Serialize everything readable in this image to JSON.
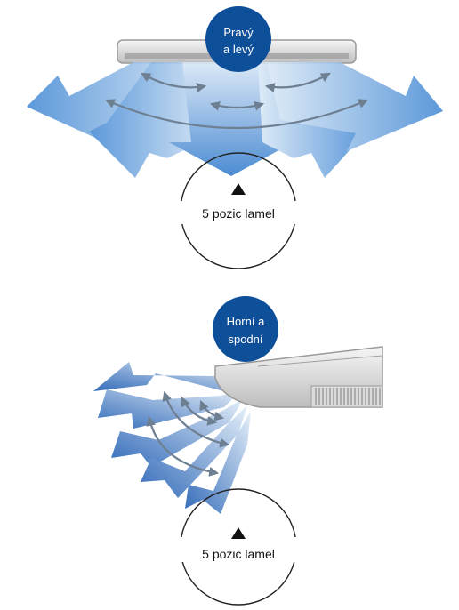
{
  "top_panel": {
    "badge_line1": "Pravý",
    "badge_line2": "a levý",
    "positions_label": "5 pozic lamel",
    "marker": "triangle-up-icon"
  },
  "bottom_panel": {
    "badge_line1": "Horní a",
    "badge_line2": "spodní",
    "positions_label": "5 pozic lamel",
    "marker": "triangle-up-icon"
  },
  "colors": {
    "badge": "#0e4f99",
    "airflow_dark": "#2f78c9",
    "airflow_light": "#c9def3",
    "arrow_gray": "#6e7f92"
  }
}
